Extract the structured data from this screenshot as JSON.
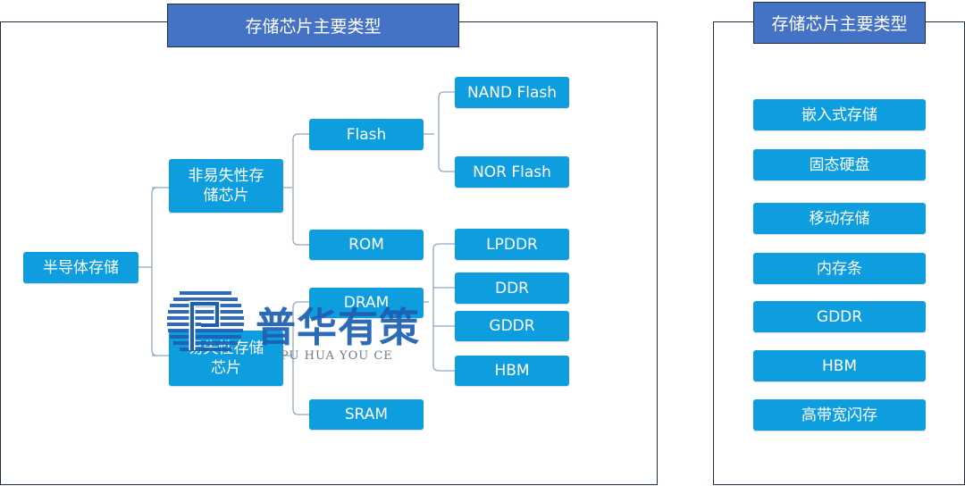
{
  "left_panel": {
    "title": "存储芯片主要类型",
    "root": "半导体存储",
    "nonvolatile": "非易失性存储芯片",
    "volatile": "易失性存储芯片",
    "flash": "Flash",
    "rom": "ROM",
    "dram": "DRAM",
    "sram": "SRAM",
    "nand": "NAND Flash",
    "nor": "NOR Flash",
    "lpddr": "LPDDR",
    "ddr": "DDR",
    "gddr": "GDDR",
    "hbm": "HBM"
  },
  "right_panel": {
    "title": "存储芯片主要类型",
    "items": [
      "嵌入式存储",
      "固态硬盘",
      "移动存储",
      "内存条",
      "GDDR",
      "HBM",
      "高带宽闪存"
    ]
  },
  "watermark": {
    "name": "普华有策",
    "pinyin": "PU HUA YOU CE"
  },
  "colors": {
    "node": "#0e9ee0",
    "title_bg": "#4472c4",
    "connector": "#8fa7c4",
    "logo": "#1e5fb2"
  }
}
